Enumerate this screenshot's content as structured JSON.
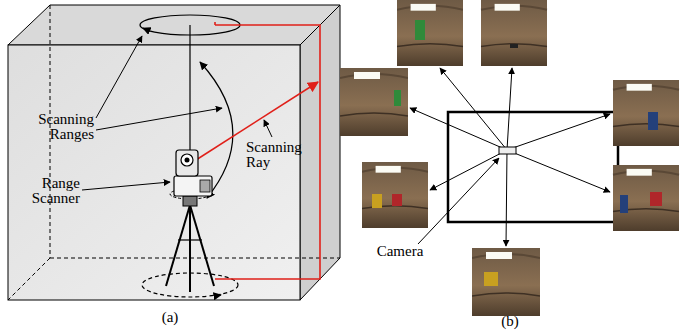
{
  "diagram": {
    "labels": [
      "Scanning Ranges",
      "Range Scanner",
      "Scanning Ray",
      "(a)",
      "Camera",
      "(b)"
    ]
  }
}
